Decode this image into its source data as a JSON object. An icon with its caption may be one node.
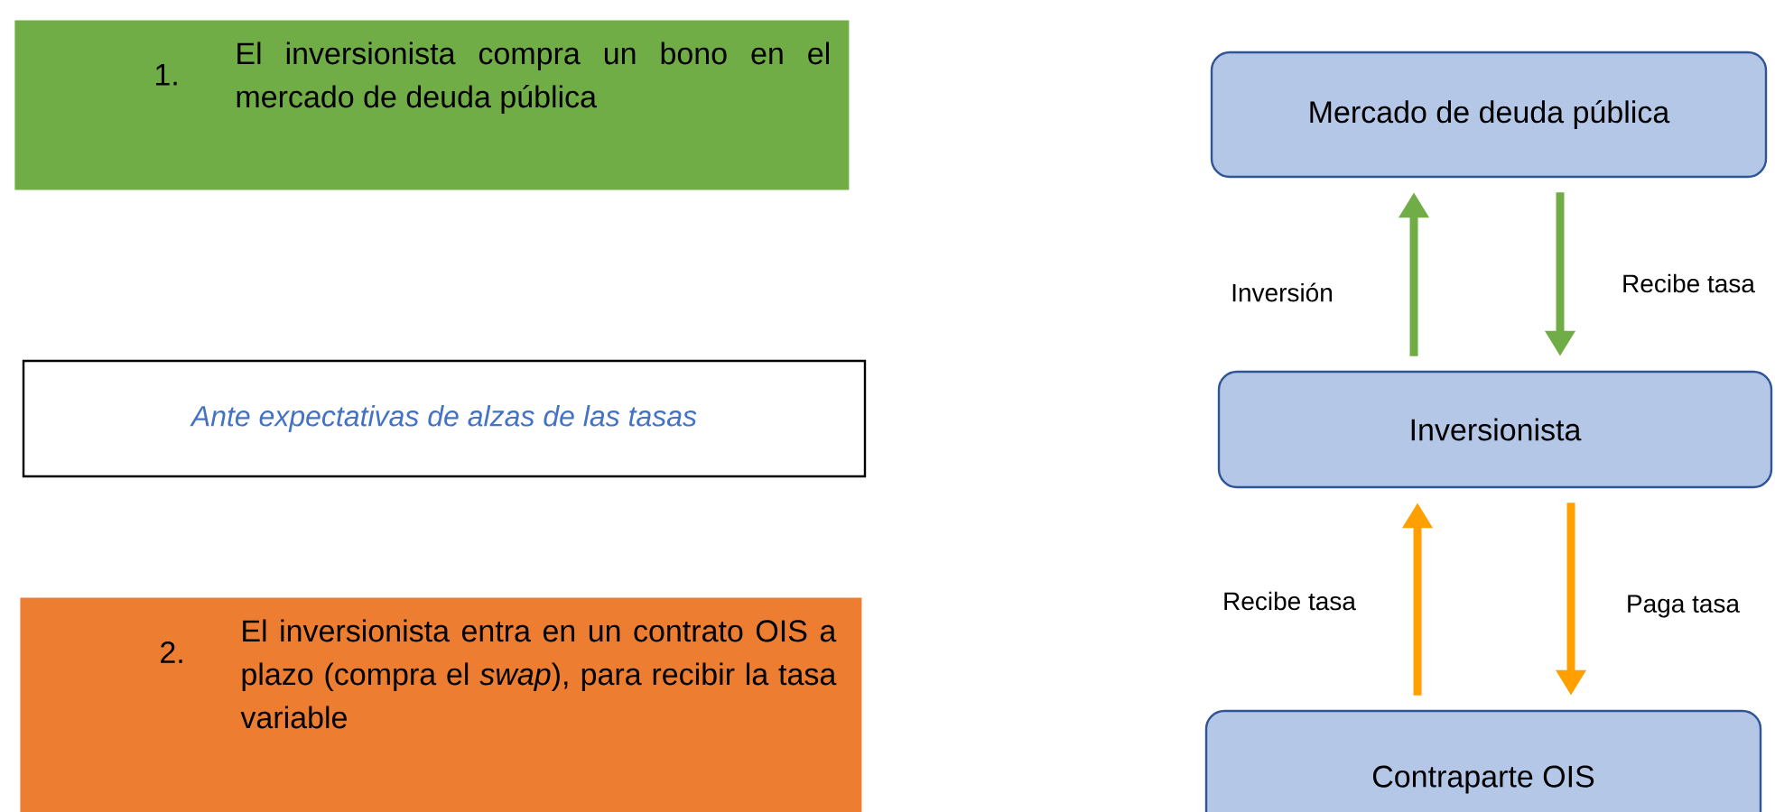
{
  "diagram": {
    "nodes": [
      {
        "text": [
          "1.",
          "El inversionista compra un bono en el mercado de deuda pública"
        ]
      },
      {
        "text": [
          "Ante expectativas de alzas de las tasas"
        ]
      },
      {
        "text": [
          "2.",
          "El inversionista entra en un contrato OIS a plazo (compra el *swap*), para recibir la tasa variable"
        ]
      },
      {
        "text": [
          "Mercado de deuda pública"
        ]
      },
      {
        "text": [
          "Inversionista"
        ]
      },
      {
        "text": [
          "Contraparte OIS"
        ]
      }
    ],
    "edges": [
      {
        "from": 4,
        "to": 3,
        "arrow": "to",
        "label": "Inversión",
        "color": "#70ad47"
      },
      {
        "from": 3,
        "to": 4,
        "arrow": "to",
        "label": "Recibe tasa",
        "color": "#70ad47"
      },
      {
        "from": 5,
        "to": 4,
        "arrow": "to",
        "label": "Recibe tasa",
        "color": "#ffa000"
      },
      {
        "from": 4,
        "to": 5,
        "arrow": "to",
        "label": "Paga tasa",
        "color": "#ffa000"
      }
    ]
  }
}
